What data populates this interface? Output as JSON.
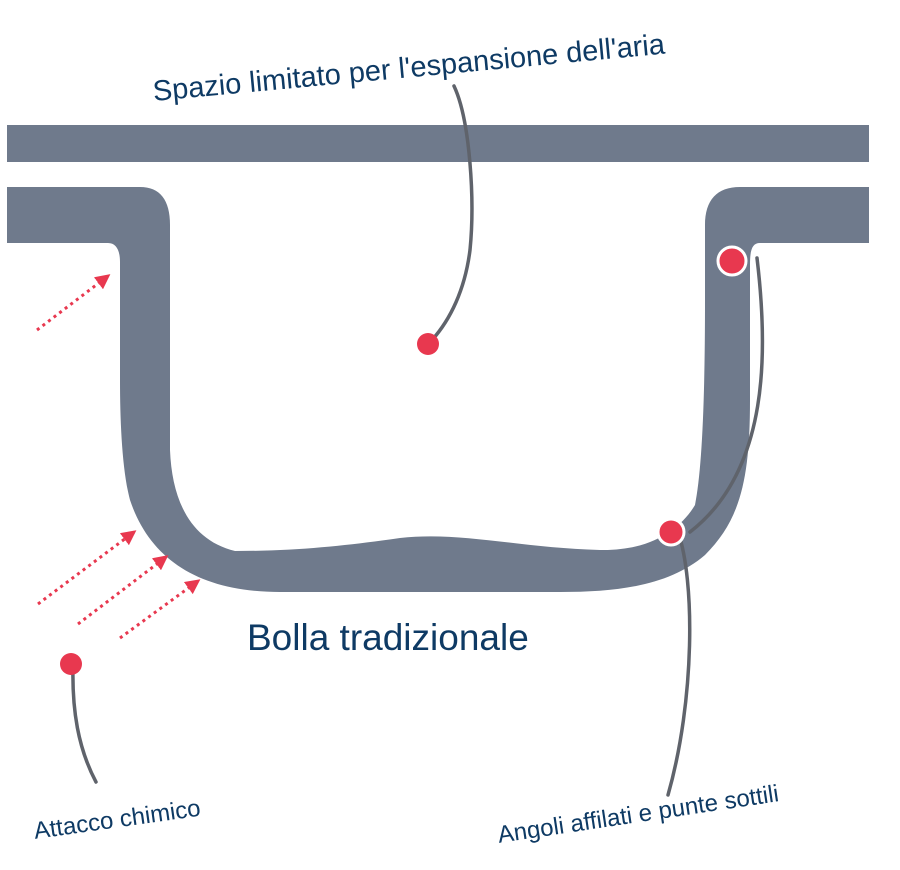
{
  "diagram": {
    "title": "Bolla tradizionale",
    "labels": {
      "limited_space": "Spazio limitato per l'espansione dell'aria",
      "chemical_attack": "Attacco chimico",
      "sharp_corners": "Angoli affilati e punte sottili"
    },
    "colors": {
      "blister_material": "#6f7a8c",
      "marker": "#e8384f",
      "leader_line": "#5f636b",
      "text": "#0e3a64",
      "background": "#ffffff"
    }
  }
}
